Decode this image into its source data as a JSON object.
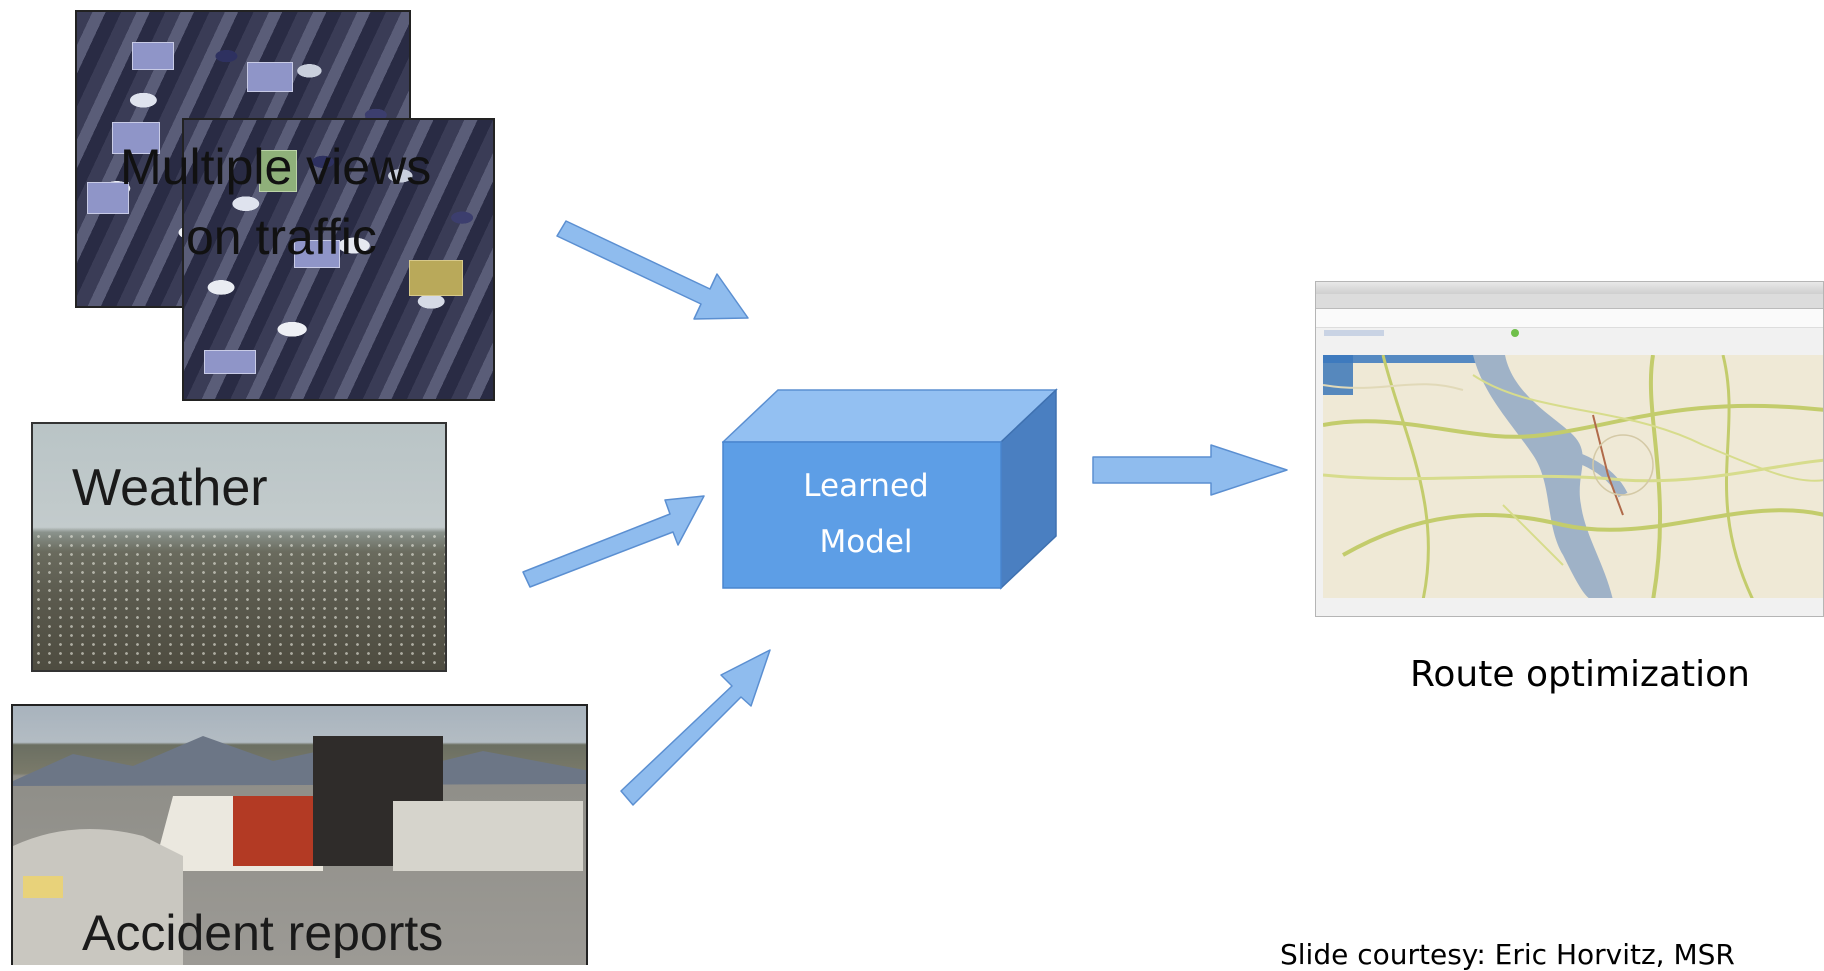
{
  "inputs": {
    "traffic_label_line1": "Multiple views",
    "traffic_label_line2": "on traffic",
    "weather_label": "Weather",
    "accident_label": "Accident reports"
  },
  "model": {
    "label_line1": "Learned",
    "label_line2": "Model"
  },
  "output": {
    "caption": "Route optimization"
  },
  "credit": "Slide courtesy: Eric Horvitz, MSR",
  "colors": {
    "arrow_fill": "#8fbcee",
    "arrow_stroke": "#5b8fd1",
    "box_front": "#5d9ee6",
    "box_top": "#93c0f2",
    "box_side": "#4a7fc1"
  }
}
